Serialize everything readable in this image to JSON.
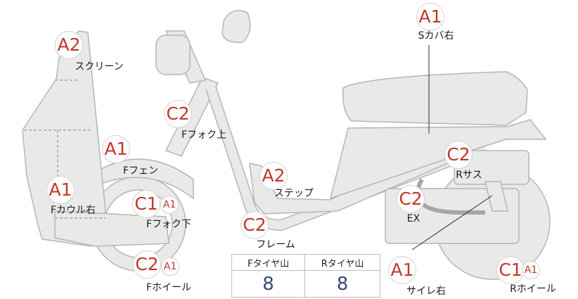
{
  "colors": {
    "body_fill": "#e9e9e7",
    "body_stroke": "#b5b5b3",
    "grade_red": "#c0392b",
    "table_number": "#3b4a75"
  },
  "markers": [
    {
      "id": "scr",
      "grade": "A2",
      "label": "スクリーン"
    },
    {
      "id": "scv",
      "grade": "A1",
      "label": "Sカバ右"
    },
    {
      "id": "ffu",
      "grade": "C2",
      "label": "Fフォク上"
    },
    {
      "id": "ffe",
      "grade": "A1",
      "label": "Fフェン"
    },
    {
      "id": "rsu",
      "grade": "C2",
      "label": "Rサス"
    },
    {
      "id": "stp",
      "grade": "A2",
      "label": "ステップ"
    },
    {
      "id": "fcw",
      "grade": "A1",
      "label": "Fカウル右"
    },
    {
      "id": "ffd",
      "grade": "C1",
      "sub": "A1",
      "label": "Fフォク下"
    },
    {
      "id": "ex",
      "grade": "C2",
      "label": "EX"
    },
    {
      "id": "frm",
      "grade": "C2",
      "label": "フレーム"
    },
    {
      "id": "fwh",
      "grade": "C2",
      "sub": "A1",
      "label": "Fホイール"
    },
    {
      "id": "sir",
      "grade": "A1",
      "label": "サイレ右"
    },
    {
      "id": "rwh",
      "grade": "C1",
      "sub": "A1",
      "label": "Rホイール"
    }
  ],
  "tire_table": {
    "headers": [
      "Fタイヤ山",
      "Rタイヤ山"
    ],
    "values": [
      "8",
      "8"
    ]
  }
}
